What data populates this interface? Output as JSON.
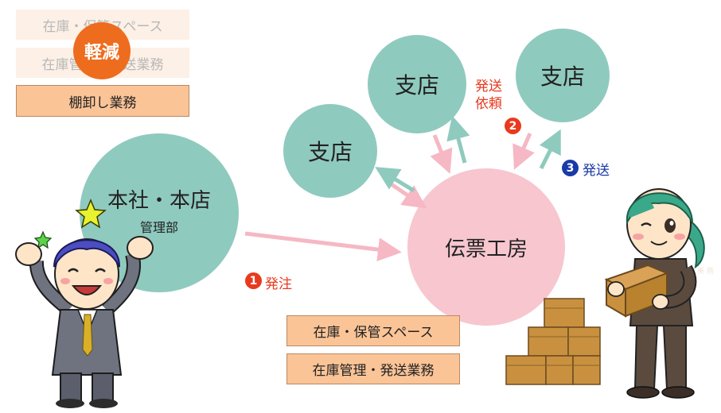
{
  "legend": {
    "items": [
      "在庫・保管スペース",
      "在庫管理・発送業務",
      "棚卸し業務"
    ],
    "badge": "軽減"
  },
  "nodes": {
    "hq_title": "本社・本店",
    "hq_sub": "管理部",
    "branch": "支店",
    "center": "伝票工房"
  },
  "steps": {
    "s1_num": "1",
    "s1_text": "発注",
    "s2_num": "2",
    "s2_text_line1": "発送",
    "s2_text_line2": "依頼",
    "s3_num": "3",
    "s3_text": "発送"
  },
  "bottom_boxes": [
    "在庫・保管スペース",
    "在庫管理・発送業務"
  ],
  "character": {
    "staff_arm_label": "美 務"
  },
  "colors": {
    "teal": "#8fcabf",
    "pink": "#f7c6cf",
    "orange_box": "#fbc497",
    "badge": "#ee6c1e",
    "red_accent": "#e83a1e",
    "blue_accent": "#1a3aa8"
  }
}
